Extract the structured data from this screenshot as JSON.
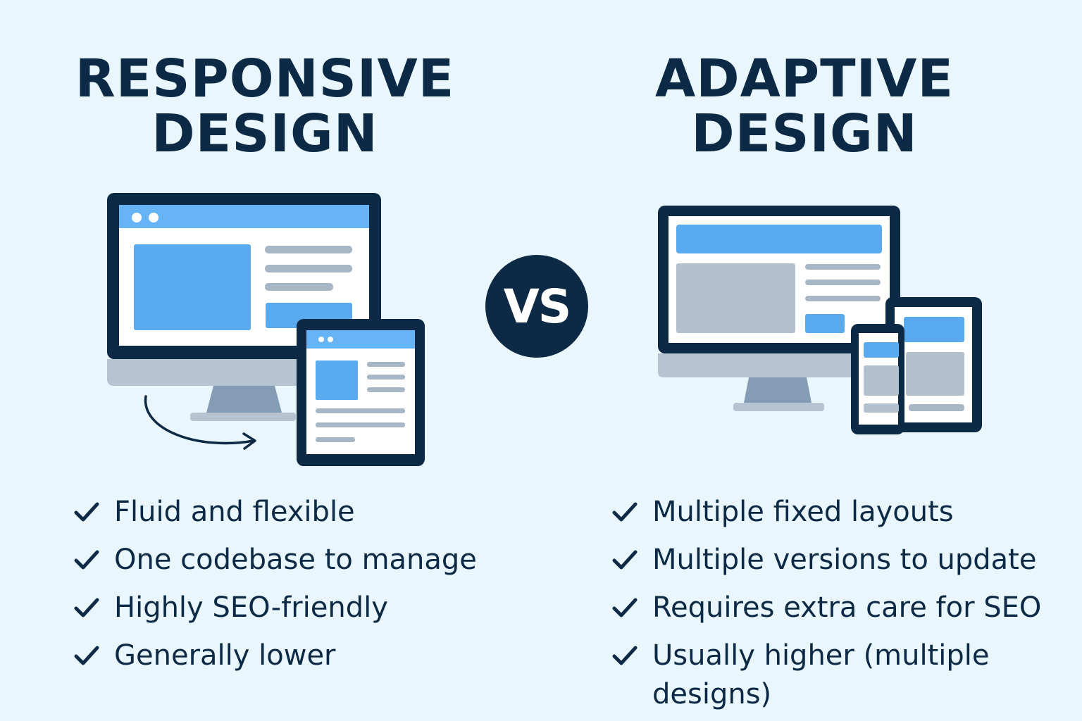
{
  "left": {
    "title_line1": "RESPONSIVE",
    "title_line2": "DESIGN",
    "features": [
      "Fluid and flexible",
      "One codebase to manage",
      "Highly SEO-friendly",
      "Generally lower"
    ]
  },
  "vs_label": "VS",
  "right": {
    "title_line1": "ADAPTIVE",
    "title_line2": "DESIGN",
    "features": [
      "Multiple fixed layouts",
      "Multiple versions to update",
      "Requires extra care for SEO",
      "Usually higher (multiple designs)"
    ]
  },
  "colors": {
    "background": "#e9f6fd",
    "navy": "#0c2a45",
    "blue": "#5aaaf0",
    "light_blue": "#66b4f5",
    "gray_bar": "#a8b7c6",
    "stand": "#849db5"
  },
  "icons": {
    "bullet": "check-icon",
    "left_illustration": "monitor-and-tablet-icon",
    "right_illustration": "monitor-and-tablets-icon"
  }
}
